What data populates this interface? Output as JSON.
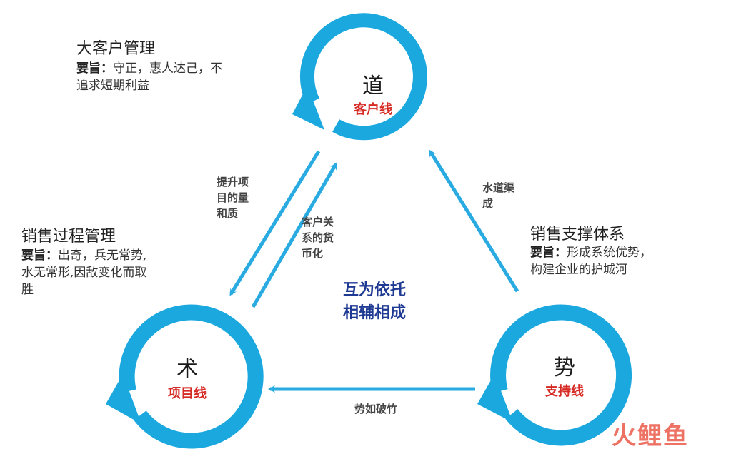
{
  "nodes": {
    "top": {
      "main": "道",
      "sub": "客户线"
    },
    "left": {
      "main": "术",
      "sub": "项目线"
    },
    "right": {
      "main": "势",
      "sub": "支持线"
    }
  },
  "blocks": {
    "top_left": {
      "title": "大客户管理",
      "lead": "要旨：",
      "line1": "守正，惠人达己，不",
      "line2": "追求短期利益"
    },
    "middle_left": {
      "title": "销售过程管理",
      "lead": "要旨：",
      "line1": "出奇，兵无常势,",
      "line2": "水无常形,因敌变化而取",
      "line3": "胜"
    },
    "right": {
      "title": "销售支撑体系",
      "lead": "要旨：",
      "line1": "形成系统优势，",
      "line2": "构建企业的护城河"
    }
  },
  "edges": {
    "left_outer": {
      "line1": "提升项",
      "line2": "目的量",
      "line3": "和质"
    },
    "left_inner": {
      "line1": "客户关",
      "line2": "系的货",
      "line3": "币化"
    },
    "right": {
      "line1": "水道渠",
      "line2": "成"
    },
    "bottom": {
      "line1": "势如破竹"
    }
  },
  "center": {
    "line1": "互为依托",
    "line2": "相辅相成"
  },
  "logo": "火鲤鱼",
  "colors": {
    "ring": "#1aa8df",
    "arrow": "#29abe2",
    "sub_label": "#d62a24",
    "center_text": "#1f3a93"
  }
}
